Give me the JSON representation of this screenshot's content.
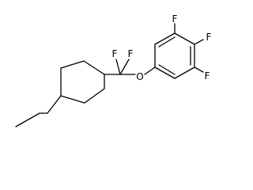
{
  "molecule": {
    "atoms": {
      "f_top_left": "F",
      "f_top_right": "F",
      "oxygen": "O",
      "f_ring_top": "F",
      "f_ring_para": "F",
      "f_ring_bottom": "F"
    },
    "colors": {
      "bond": "#000000",
      "label": "#000000",
      "background": "#ffffff"
    }
  }
}
